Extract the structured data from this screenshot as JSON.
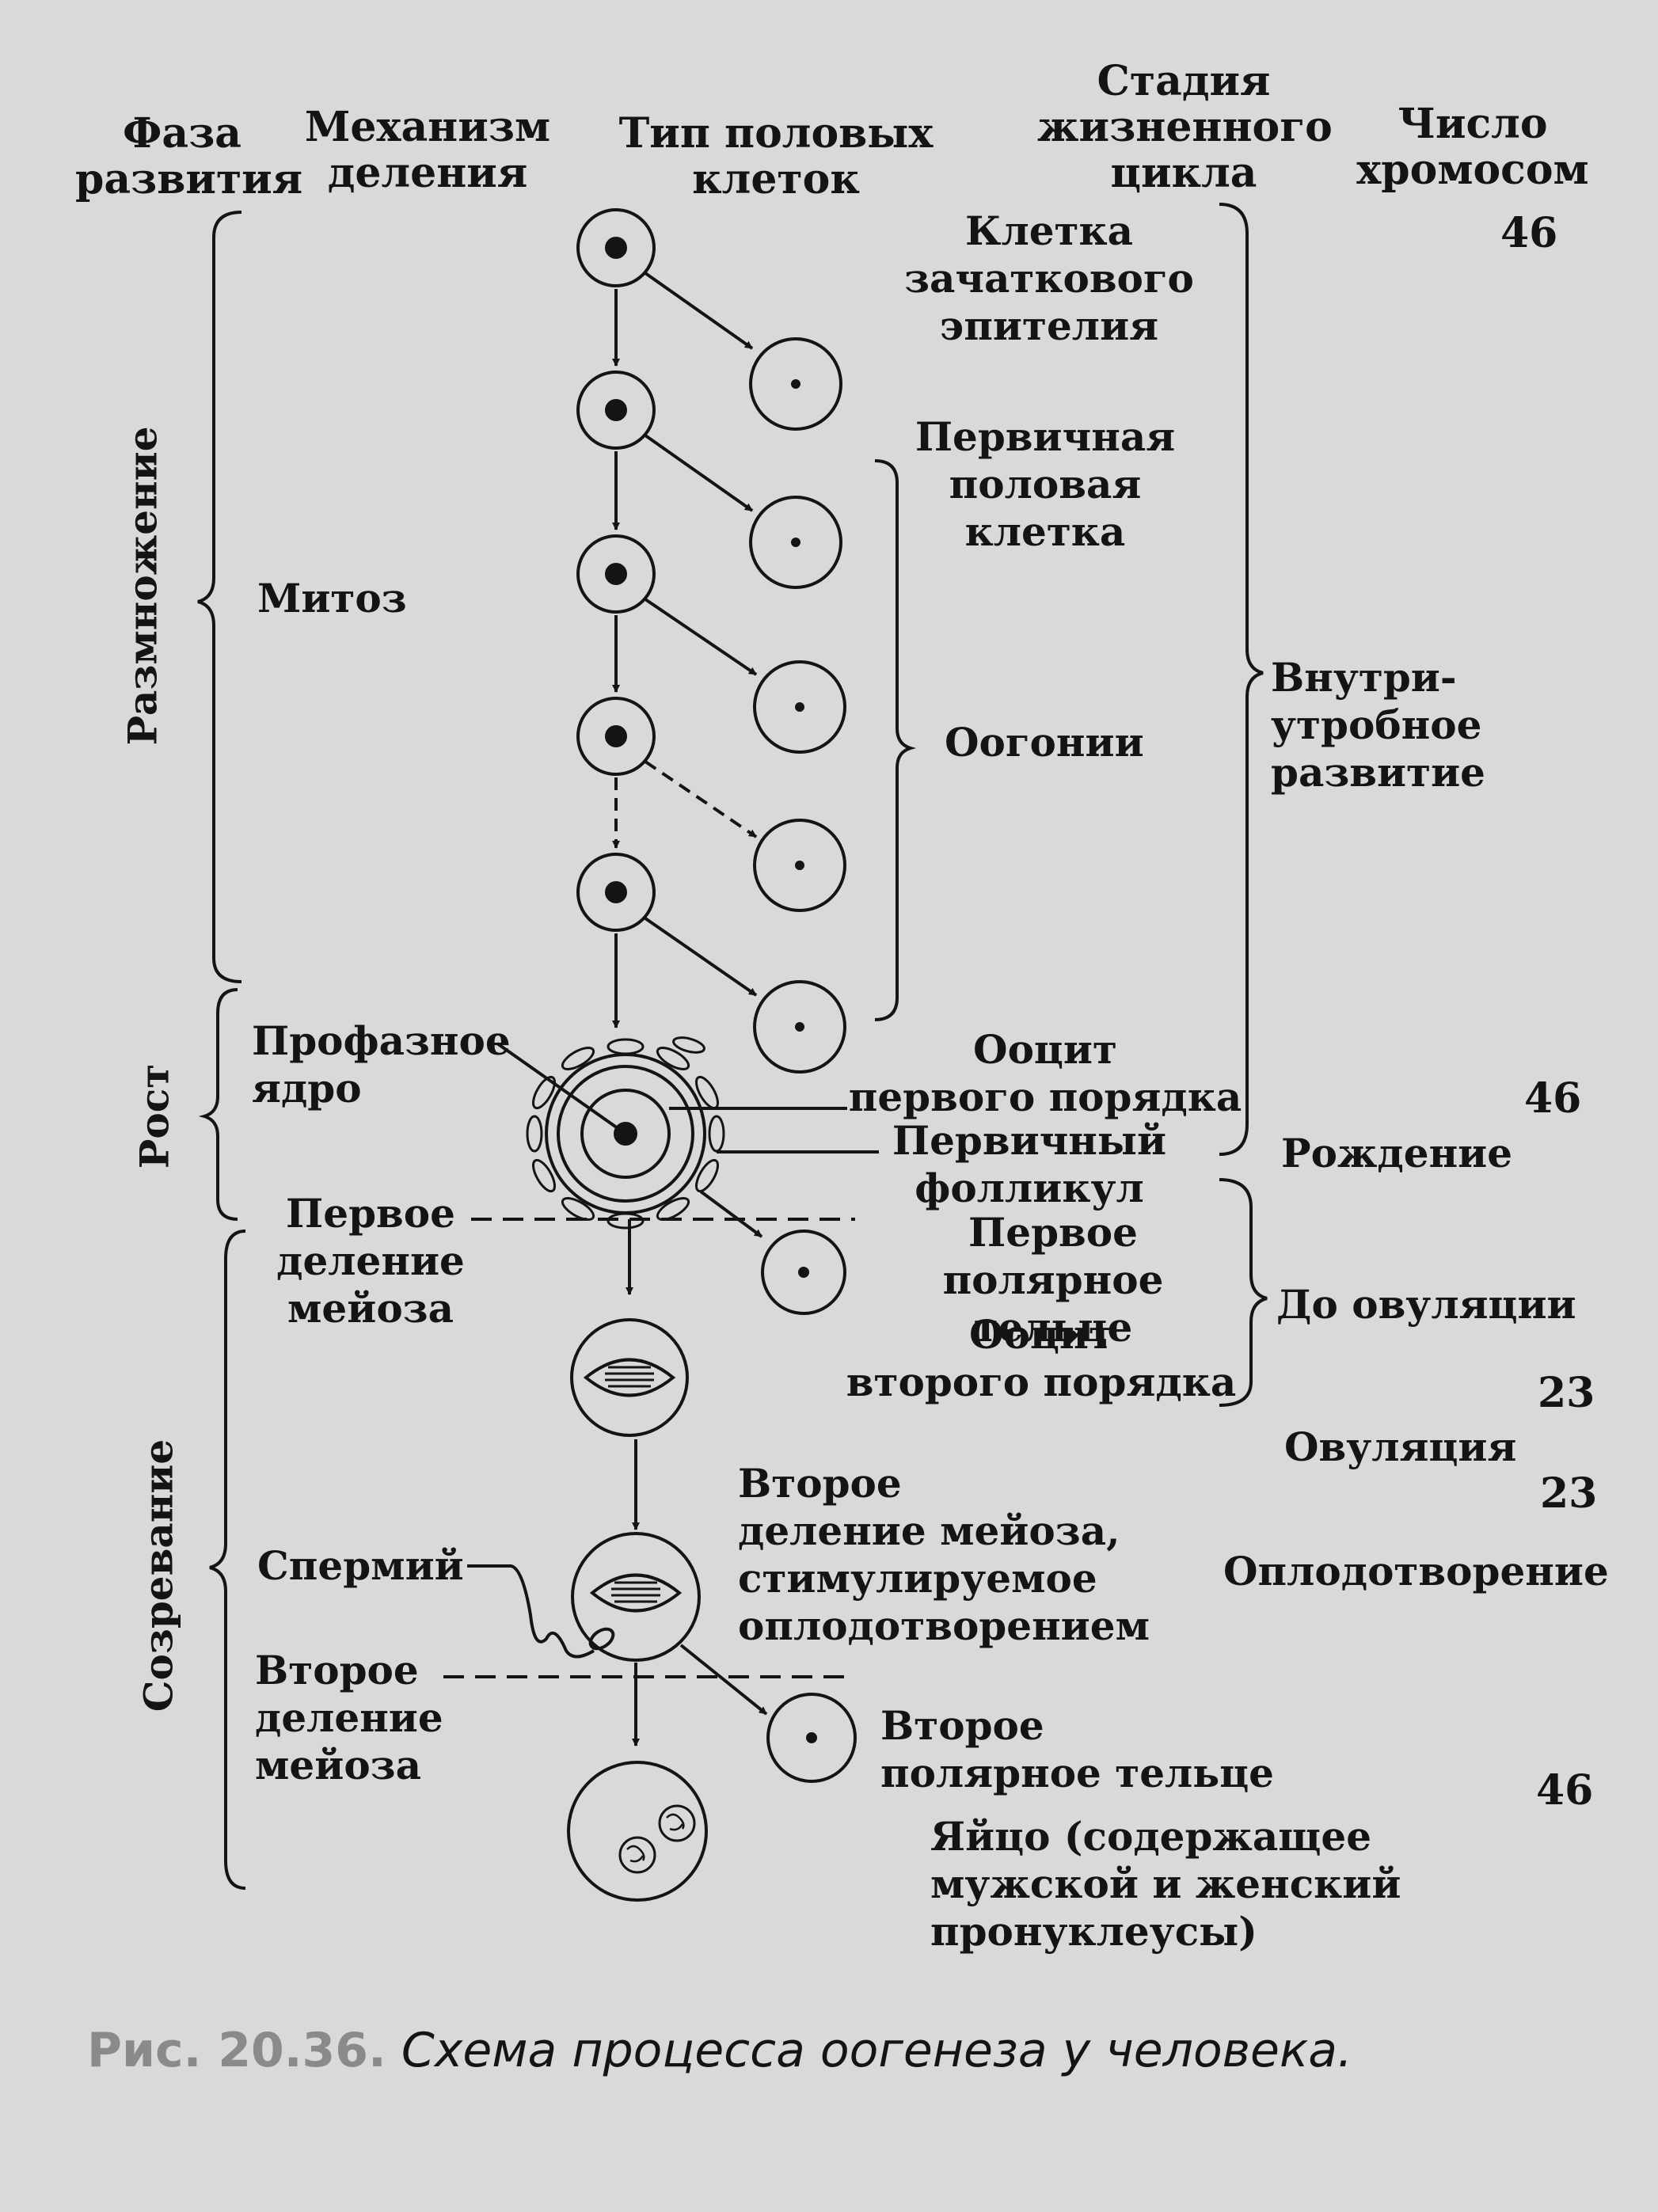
{
  "headers": {
    "phase": "Фаза\nразвития",
    "mechanism": "Механизм\nделения",
    "cell_type": "Тип половых\nклеток",
    "life_stage": "Стадия\nжизненного\nцикла",
    "chromosomes": "Число\nхромосом"
  },
  "phases": {
    "multiplication": "Размножение",
    "growth": "Рост",
    "maturation": "Созревание"
  },
  "mechanisms": {
    "mitosis": "Митоз",
    "prophase_nucleus": "Профазное\nядро",
    "first_meiosis": "Первое\nделение\nмейоза",
    "sperm": "Спермий",
    "second_meiosis": "Второе\nделение\nмейоза"
  },
  "cell_labels": {
    "germinal_epithelium": "Клетка\nзачаткового\nэпителия",
    "primordial_germ_cell": "Первичная\nполовая\nклетка",
    "oogonia": "Оогонии",
    "primary_oocyte": "Ооцит\nпервого порядка",
    "primary_follicle": "Первичный\nфолликул",
    "first_polar_body": "Первое\nполярное тельце",
    "secondary_oocyte": "Ооцит\nвторого порядка",
    "second_meiosis_stimulated": "Второе\nделение мейоза,\nстимулируемое\nоплодотворением",
    "second_polar_body": "Второе\nполярное тельце",
    "egg": "Яйцо (содержащее\nмужской и женский\nпронуклеусы)"
  },
  "life_stages": {
    "intrauterine": "Внутри-\nутробное\nразвитие",
    "birth": "Рождение",
    "before_ovulation": "До овуляции",
    "ovulation": "Овуляция",
    "fertilization": "Оплодотворение"
  },
  "chromosome_counts": {
    "c1": "46",
    "c2": "46",
    "c3": "23",
    "c4": "23",
    "c5": "46"
  },
  "caption": {
    "label": "Рис. 20.36.",
    "text": "Схема процесса оогенеза у человека."
  },
  "colors": {
    "background": "#d9d9d7",
    "ink": "#141414",
    "caption_label": "#8a8a8a"
  }
}
